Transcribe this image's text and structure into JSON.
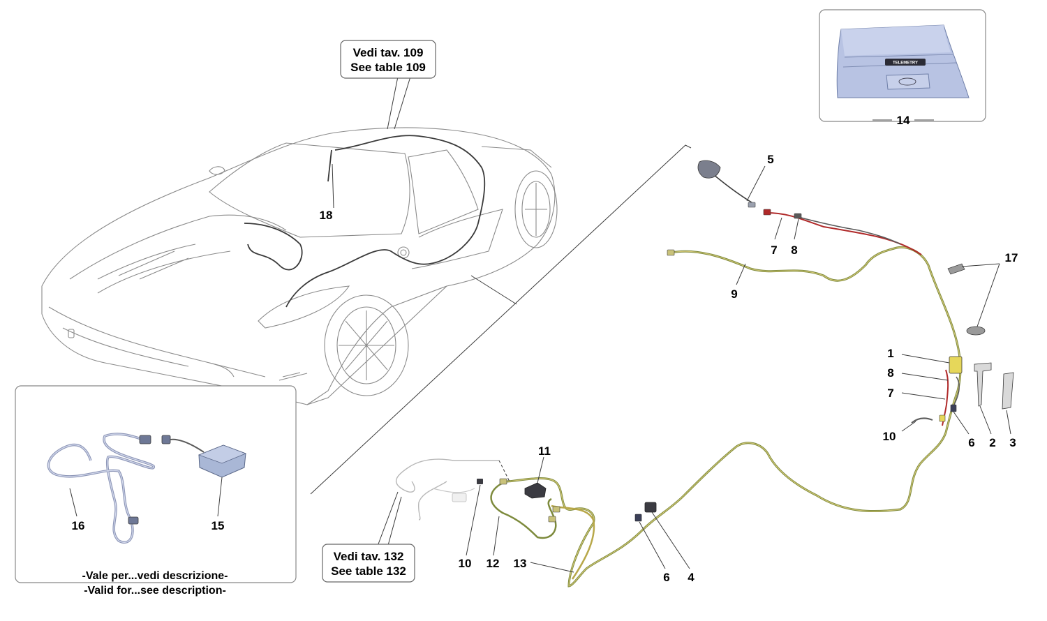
{
  "references": {
    "top": {
      "line1": "Vedi tav. 109",
      "line2": "See table 109"
    },
    "bottom": {
      "line1": "Vedi tav. 132",
      "line2": "See table 132"
    }
  },
  "inset_note": {
    "line1": "-Vale per...vedi descrizione-",
    "line2": "-Valid for...see description-"
  },
  "telemetry_label": "TELEMETRY",
  "callouts": {
    "c1": "1",
    "c2": "2",
    "c3": "3",
    "c4": "4",
    "c5": "5",
    "c6a": "6",
    "c6b": "6",
    "c7a": "7",
    "c7b": "7",
    "c8a": "8",
    "c8b": "8",
    "c9": "9",
    "c10a": "10",
    "c10b": "10",
    "c11": "11",
    "c12": "12",
    "c13": "13",
    "c14": "14",
    "c15": "15",
    "c16": "16",
    "c17": "17",
    "c18": "18"
  },
  "colors": {
    "line": "#3a3a3a",
    "car_outline": "#8a8a8a",
    "yellow_harness": "#b8a84a",
    "olive_harness": "#7d8a3c",
    "red_wire": "#b02a2a",
    "gps_antenna": "#a9b7d6",
    "box_fill": "#ffffff",
    "box_border": "#666666"
  }
}
